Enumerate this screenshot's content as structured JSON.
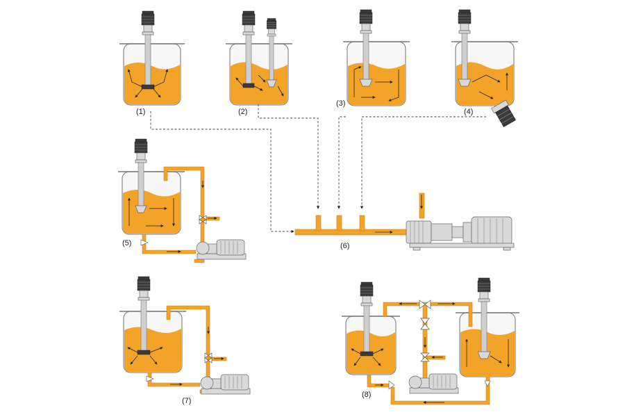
{
  "labels": {
    "l1": "(1)",
    "l2": "(2)",
    "l3": "(3)",
    "l4": "(4)",
    "l5": "(5)",
    "l6": "(6)",
    "l7": "(7)",
    "l8": "(8)"
  },
  "colors": {
    "liquid": "#f2a328",
    "tank": "#f7f7f7",
    "outline": "#8a8a8a",
    "motor": "#3a3a3a"
  },
  "icons": [
    "motor-icon",
    "agitator-icon",
    "pump-icon",
    "valve-icon",
    "arrow-icon"
  ]
}
